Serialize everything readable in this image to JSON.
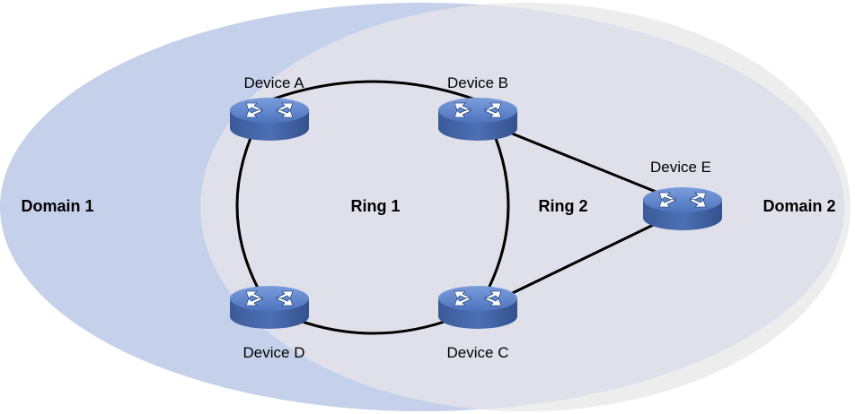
{
  "domains": [
    {
      "id": "domain1",
      "label": "Domain 1",
      "color": "#c5d1ea"
    },
    {
      "id": "domain2",
      "label": "Domain 2",
      "color": "#ededed"
    }
  ],
  "overlap_color": "#dfe0ea",
  "rings": [
    {
      "id": "ring1",
      "label": "Ring 1"
    },
    {
      "id": "ring2",
      "label": "Ring 2"
    }
  ],
  "devices": [
    {
      "id": "A",
      "label": "Device A",
      "icon": "switch-icon"
    },
    {
      "id": "B",
      "label": "Device B",
      "icon": "switch-icon"
    },
    {
      "id": "C",
      "label": "Device C",
      "icon": "switch-icon"
    },
    {
      "id": "D",
      "label": "Device D",
      "icon": "switch-icon"
    },
    {
      "id": "E",
      "label": "Device E",
      "icon": "switch-icon"
    }
  ],
  "links": [
    {
      "from": "A",
      "to": "B",
      "ring": "Ring 1"
    },
    {
      "from": "B",
      "to": "C",
      "ring": "Ring 1"
    },
    {
      "from": "C",
      "to": "D",
      "ring": "Ring 1"
    },
    {
      "from": "D",
      "to": "A",
      "ring": "Ring 1"
    },
    {
      "from": "B",
      "to": "E",
      "ring": "Ring 2"
    },
    {
      "from": "E",
      "to": "C",
      "ring": "Ring 2"
    }
  ],
  "colors": {
    "device_body": "#4a6db6",
    "device_top": "#5e86cc",
    "device_side": "#3c5d9e",
    "link": "#000000"
  }
}
